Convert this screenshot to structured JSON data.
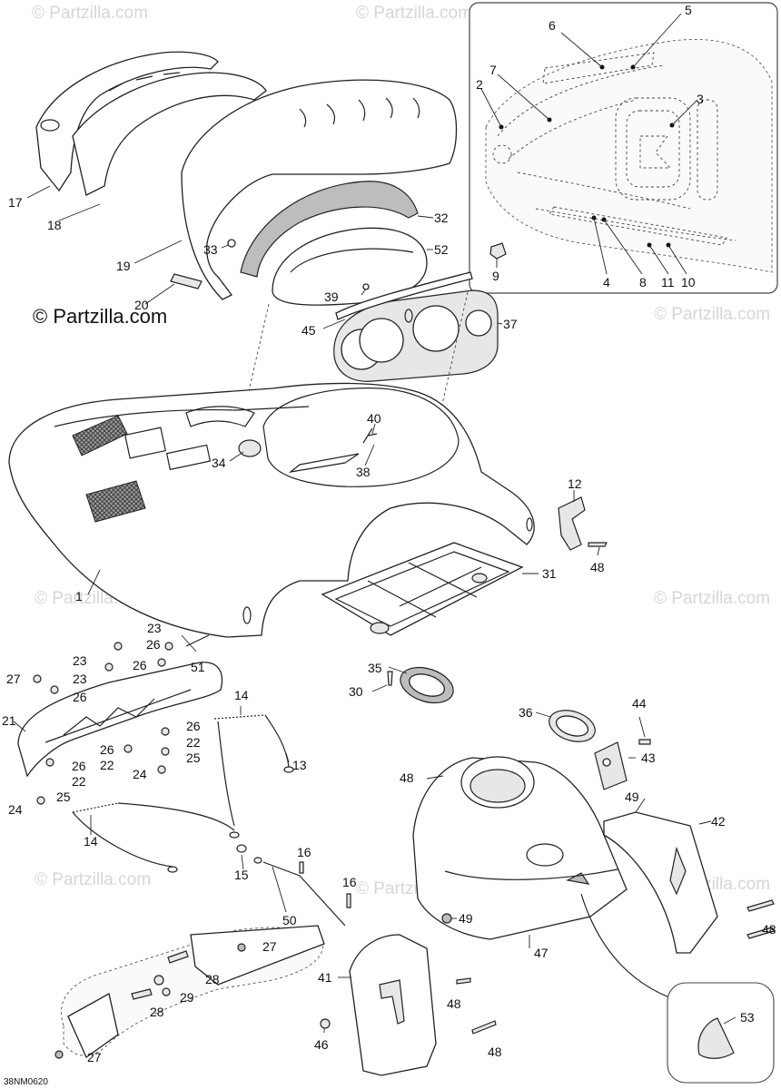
{
  "copyright_text": "© Partzilla.com",
  "watermark_text": "© Partzilla.com",
  "drawing_code": "38NM0620",
  "callouts": [
    {
      "id": "c1",
      "label": "1"
    },
    {
      "id": "c2",
      "label": "2"
    },
    {
      "id": "c3",
      "label": "3"
    },
    {
      "id": "c4",
      "label": "4"
    },
    {
      "id": "c5",
      "label": "5"
    },
    {
      "id": "c6",
      "label": "6"
    },
    {
      "id": "c7",
      "label": "7"
    },
    {
      "id": "c8",
      "label": "8"
    },
    {
      "id": "c9",
      "label": "9"
    },
    {
      "id": "c10",
      "label": "10"
    },
    {
      "id": "c11",
      "label": "11"
    },
    {
      "id": "c12",
      "label": "12"
    },
    {
      "id": "c13",
      "label": "13"
    },
    {
      "id": "c14a",
      "label": "14"
    },
    {
      "id": "c14b",
      "label": "14"
    },
    {
      "id": "c15",
      "label": "15"
    },
    {
      "id": "c16a",
      "label": "16"
    },
    {
      "id": "c16b",
      "label": "16"
    },
    {
      "id": "c17",
      "label": "17"
    },
    {
      "id": "c18",
      "label": "18"
    },
    {
      "id": "c19",
      "label": "19"
    },
    {
      "id": "c20",
      "label": "20"
    },
    {
      "id": "c21",
      "label": "21"
    },
    {
      "id": "c22a",
      "label": "22"
    },
    {
      "id": "c22b",
      "label": "22"
    },
    {
      "id": "c22c",
      "label": "22"
    },
    {
      "id": "c23a",
      "label": "23"
    },
    {
      "id": "c23b",
      "label": "23"
    },
    {
      "id": "c23c",
      "label": "23"
    },
    {
      "id": "c24a",
      "label": "24"
    },
    {
      "id": "c24b",
      "label": "24"
    },
    {
      "id": "c25a",
      "label": "25"
    },
    {
      "id": "c25b",
      "label": "25"
    },
    {
      "id": "c26a",
      "label": "26"
    },
    {
      "id": "c26b",
      "label": "26"
    },
    {
      "id": "c26c",
      "label": "26"
    },
    {
      "id": "c26d",
      "label": "26"
    },
    {
      "id": "c26e",
      "label": "26"
    },
    {
      "id": "c26f",
      "label": "26"
    },
    {
      "id": "c27a",
      "label": "27"
    },
    {
      "id": "c27b",
      "label": "27"
    },
    {
      "id": "c27c",
      "label": "27"
    },
    {
      "id": "c28a",
      "label": "28"
    },
    {
      "id": "c28b",
      "label": "28"
    },
    {
      "id": "c29",
      "label": "29"
    },
    {
      "id": "c30",
      "label": "30"
    },
    {
      "id": "c31",
      "label": "31"
    },
    {
      "id": "c32",
      "label": "32"
    },
    {
      "id": "c33",
      "label": "33"
    },
    {
      "id": "c34",
      "label": "34"
    },
    {
      "id": "c35",
      "label": "35"
    },
    {
      "id": "c36",
      "label": "36"
    },
    {
      "id": "c37",
      "label": "37"
    },
    {
      "id": "c38",
      "label": "38"
    },
    {
      "id": "c39",
      "label": "39"
    },
    {
      "id": "c40",
      "label": "40"
    },
    {
      "id": "c41",
      "label": "41"
    },
    {
      "id": "c42",
      "label": "42"
    },
    {
      "id": "c43",
      "label": "43"
    },
    {
      "id": "c44",
      "label": "44"
    },
    {
      "id": "c45",
      "label": "45"
    },
    {
      "id": "c46",
      "label": "46"
    },
    {
      "id": "c47",
      "label": "47"
    },
    {
      "id": "c48a",
      "label": "48"
    },
    {
      "id": "c48b",
      "label": "48"
    },
    {
      "id": "c48c",
      "label": "48"
    },
    {
      "id": "c48d",
      "label": "48"
    },
    {
      "id": "c48e",
      "label": "48"
    },
    {
      "id": "c49a",
      "label": "49"
    },
    {
      "id": "c49b",
      "label": "49"
    },
    {
      "id": "c50",
      "label": "50"
    },
    {
      "id": "c51",
      "label": "51"
    },
    {
      "id": "c52",
      "label": "52"
    },
    {
      "id": "c53",
      "label": "53"
    }
  ]
}
